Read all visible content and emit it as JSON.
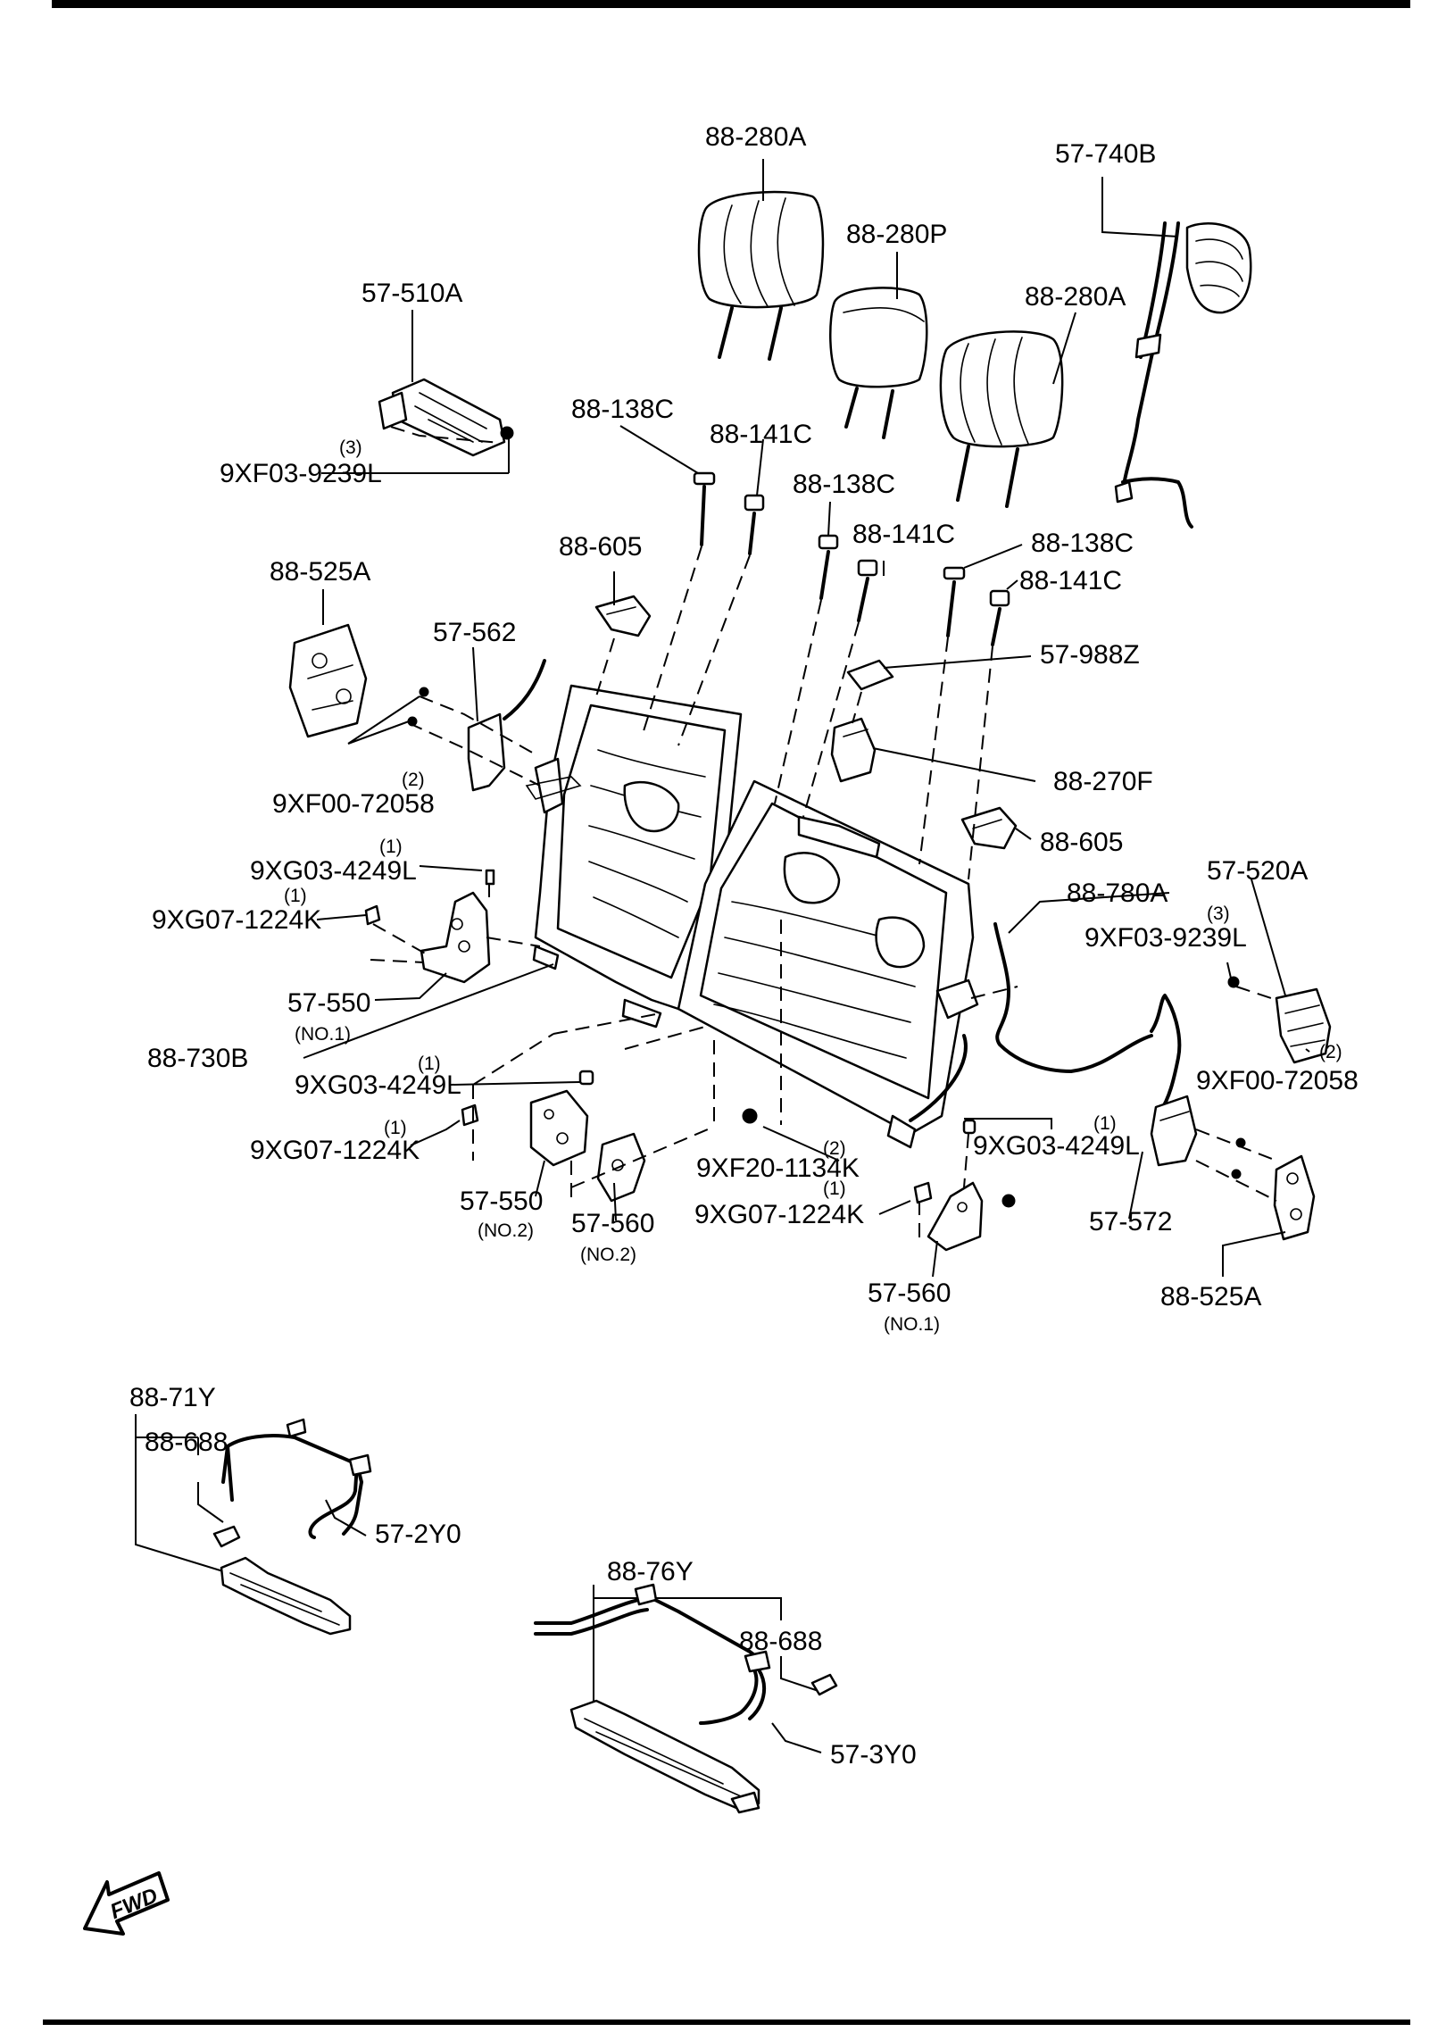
{
  "labels": {
    "p88_280A_top": "88-280A",
    "p57_740B": "57-740B",
    "p88_280P": "88-280P",
    "p88_280A_right": "88-280A",
    "p57_510A": "57-510A",
    "p88_138C_a": "88-138C",
    "p88_141C_a": "88-141C",
    "p88_138C_b": "88-138C",
    "p88_141C_b": "88-141C",
    "p88_138C_c": "88-138C",
    "p88_141C_c": "88-141C",
    "q3_a": "(3)",
    "p9XF03_9239L_a": "9XF03-9239L",
    "p88_605_a": "88-605",
    "p88_525A_a": "88-525A",
    "p57_562": "57-562",
    "p57_988Z": "57-988Z",
    "q2_a": "(2)",
    "p9XF00_72058_a": "9XF00-72058",
    "p88_270F": "88-270F",
    "p88_605_b": "88-605",
    "q1_a": "(1)",
    "p9XG03_4249L_a": "9XG03-4249L",
    "q1_b": "(1)",
    "p9XG07_1224K_a": "9XG07-1224K",
    "p57_520A": "57-520A",
    "p88_780A": "88-780A",
    "q3_b": "(3)",
    "p9XF03_9239L_b": "9XF03-9239L",
    "p57_550_a": "57-550",
    "no1_a": "(NO.1)",
    "p88_730B": "88-730B",
    "q1_c": "(1)",
    "p9XG03_4249L_b": "9XG03-4249L",
    "q2_b": "(2)",
    "p9XF00_72058_b": "9XF00-72058",
    "q1_d": "(1)",
    "p9XG07_1224K_b": "9XG07-1224K",
    "q2_c": "(2)",
    "p9XF20_1134K": "9XF20-1134K",
    "p9XG03_4249L_c": "9XG03-4249L",
    "q1_e": "(1)",
    "q1_f": "(1)",
    "p9XG07_1224K_c": "9XG07-1224K",
    "p57_550_b": "57-550",
    "no2_a": "(NO.2)",
    "p57_560_a": "57-560",
    "no2_b": "(NO.2)",
    "p57_572": "57-572",
    "p57_560_b": "57-560",
    "no1_b": "(NO.1)",
    "p88_525A_b": "88-525A",
    "p88_71Y": "88-71Y",
    "p88_688_a": "88-688",
    "p57_2Y0": "57-2Y0",
    "p88_76Y": "88-76Y",
    "p88_688_b": "88-688",
    "p57_3Y0": "57-3Y0"
  },
  "fwd_label": "FWD",
  "icons": {
    "fwd": "fwd-arrow-icon"
  }
}
